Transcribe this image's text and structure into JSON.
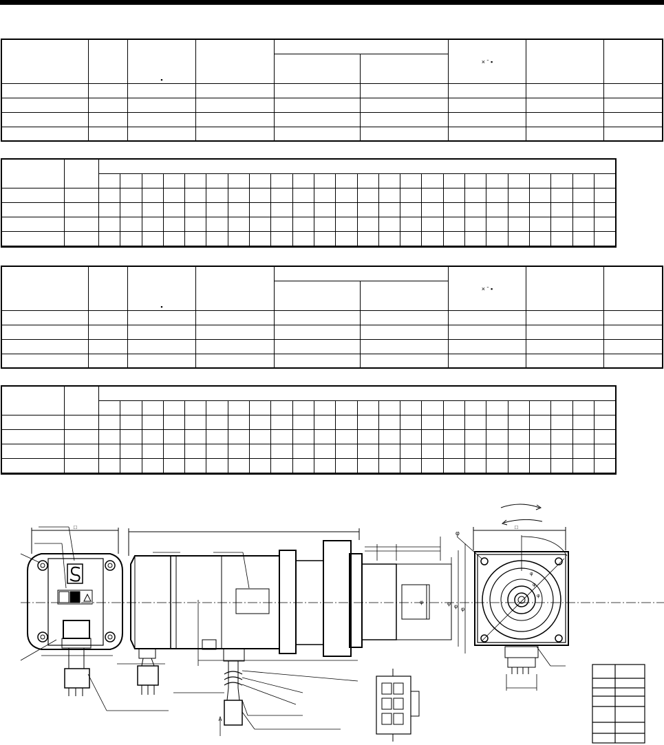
{
  "page": {
    "background": "#ffffff",
    "line_color": "#000000"
  },
  "tables": {
    "spec_table_1": {
      "rows": 6,
      "cols": 9,
      "text": ""
    },
    "decel_table_1": {
      "rows": 6,
      "cols": 26,
      "text": ""
    },
    "spec_table_2": {
      "rows": 6,
      "cols": 9,
      "text": ""
    },
    "decel_table_2": {
      "rows": 6,
      "cols": 26,
      "text": ""
    }
  },
  "drawing": {
    "views": [
      "rear-view",
      "side-view",
      "gear-flange-view",
      "front-view",
      "connector-view",
      "pin-table"
    ],
    "icons": [
      "warning-triangle-icon",
      "logo-mark-icon",
      "rotation-arrow-icon"
    ]
  }
}
